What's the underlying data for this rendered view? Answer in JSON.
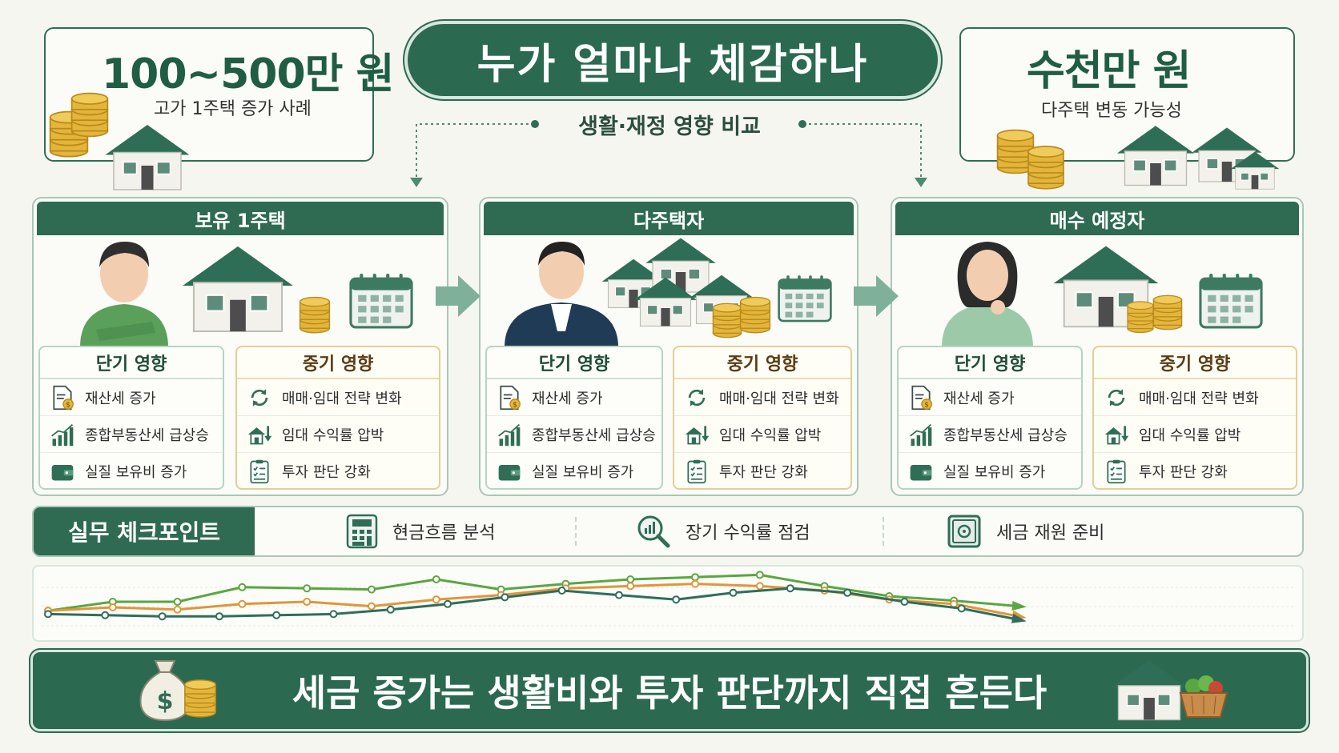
{
  "title": "누가 얼마나 체감하나",
  "subtitle": "생활·재정 영향 비교",
  "left_info": {
    "amount": "100~500만 원",
    "caption": "고가 1주택 증가 사례"
  },
  "right_info": {
    "amount": "수천만 원",
    "caption": "다주택 변동 가능성"
  },
  "panels": [
    {
      "header": "보유 1주택",
      "short": {
        "title": "단기 영향",
        "items": [
          "재산세 증가",
          "종합부동산세 급상승",
          "실질 보유비 증가"
        ]
      },
      "mid": {
        "title": "중기 영향",
        "items": [
          "매매·임대 전략 변화",
          "임대 수익률 압박",
          "투자 판단 강화"
        ]
      }
    },
    {
      "header": "다주택자",
      "short": {
        "title": "단기 영향",
        "items": [
          "재산세 증가",
          "종합부동산세 급상승",
          "실질 보유비 증가"
        ]
      },
      "mid": {
        "title": "중기 영향",
        "items": [
          "매매·임대 전략 변화",
          "임대 수익률 압박",
          "투자 판단 강화"
        ]
      }
    },
    {
      "header": "매수 예정자",
      "short": {
        "title": "단기 영향",
        "items": [
          "재산세 증가",
          "종합부동산세 급상승",
          "실질 보유비 증가"
        ]
      },
      "mid": {
        "title": "중기 영향",
        "items": [
          "매매·임대 전략 변화",
          "임대 수익률 압박",
          "투자 판단 강화"
        ]
      }
    }
  ],
  "checkpoints": {
    "label": "실무 체크포인트",
    "items": [
      "현금흐름 분석",
      "장기 수익률 점검",
      "세금 재원 준비"
    ]
  },
  "banner": "세금 증가는 생활비와 투자 판단까지 직접 흔든다",
  "colors": {
    "primary": "#2b6a51",
    "line_green": "#5aa640",
    "line_orange": "#e0963a",
    "line_teal": "#2f6e5c",
    "coin": "#e3b53a"
  },
  "trend_lines": [
    {
      "color": "#5aa640",
      "values": [
        2,
        10,
        10,
        23,
        22,
        21,
        30,
        21,
        26,
        30,
        32,
        34,
        24,
        15,
        11,
        6
      ]
    },
    {
      "color": "#e0963a",
      "values": [
        2,
        5,
        3,
        8,
        10,
        6,
        12,
        16,
        22,
        24,
        26,
        24,
        20,
        12,
        8,
        -3
      ]
    },
    {
      "color": "#2f6e5c",
      "values": [
        -1,
        -2,
        -3,
        -3,
        -2,
        -1,
        3,
        8,
        14,
        20,
        16,
        12,
        18,
        22,
        18,
        10,
        4,
        -6
      ]
    }
  ]
}
